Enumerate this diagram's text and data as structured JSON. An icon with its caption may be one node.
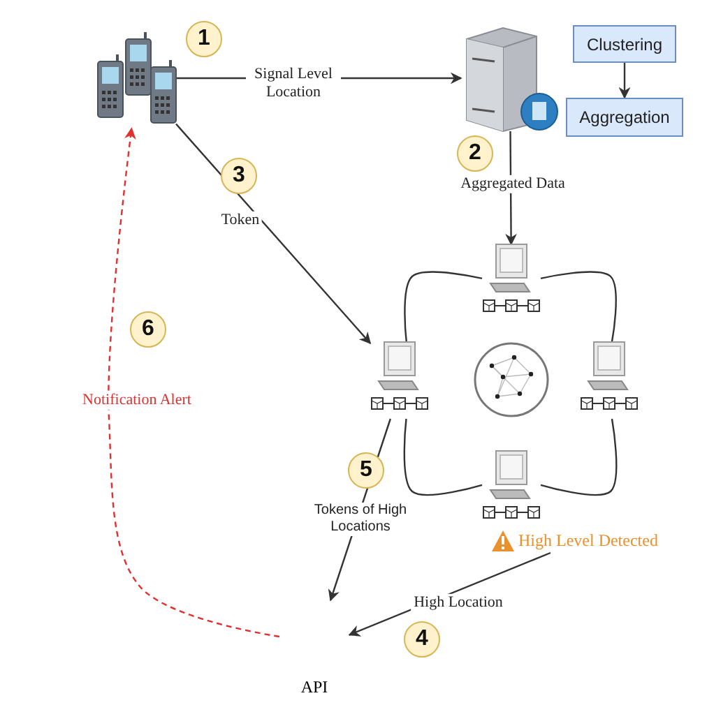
{
  "diagram": {
    "nodes": [
      {
        "text": [],
        "shape": "picture"
      },
      {
        "text": [],
        "shape": "picture"
      },
      {
        "text": [
          "Clustering"
        ]
      },
      {
        "text": [
          "Aggregation"
        ]
      },
      {
        "text": [],
        "shape": "picture"
      },
      {
        "text": [],
        "shape": "picture"
      },
      {
        "text": [],
        "shape": "picture"
      },
      {
        "text": [],
        "shape": "picture"
      },
      {
        "text": [
          "High Level Detected"
        ]
      },
      {
        "text": [
          "API"
        ]
      }
    ],
    "edges": [
      {
        "from": 0,
        "to": 1,
        "arrow": "to",
        "label": "Signal Level Location"
      },
      {
        "from": 2,
        "to": 3,
        "arrow": "to"
      },
      {
        "from": 1,
        "to": 4,
        "arrow": "to",
        "label": "Aggregated Data"
      },
      {
        "from": 0,
        "to": 5,
        "arrow": "to",
        "label": "Token"
      },
      {
        "from": 5,
        "to": 9,
        "arrow": "to",
        "label": "Tokens of High Locations"
      },
      {
        "from": 8,
        "to": 9,
        "arrow": "to",
        "label": "High Location"
      },
      {
        "from": 9,
        "to": 0,
        "arrow": "to",
        "label": "Notification Alert",
        "style": "dashed",
        "color": "#e03030"
      },
      {
        "from": 4,
        "to": 5,
        "arrow": "none"
      },
      {
        "from": 4,
        "to": 6,
        "arrow": "none"
      },
      {
        "from": 5,
        "to": 7,
        "arrow": "none"
      },
      {
        "from": 6,
        "to": 7,
        "arrow": "none"
      }
    ],
    "labels": [
      "1",
      "2",
      "3",
      "4",
      "5",
      "6"
    ]
  }
}
